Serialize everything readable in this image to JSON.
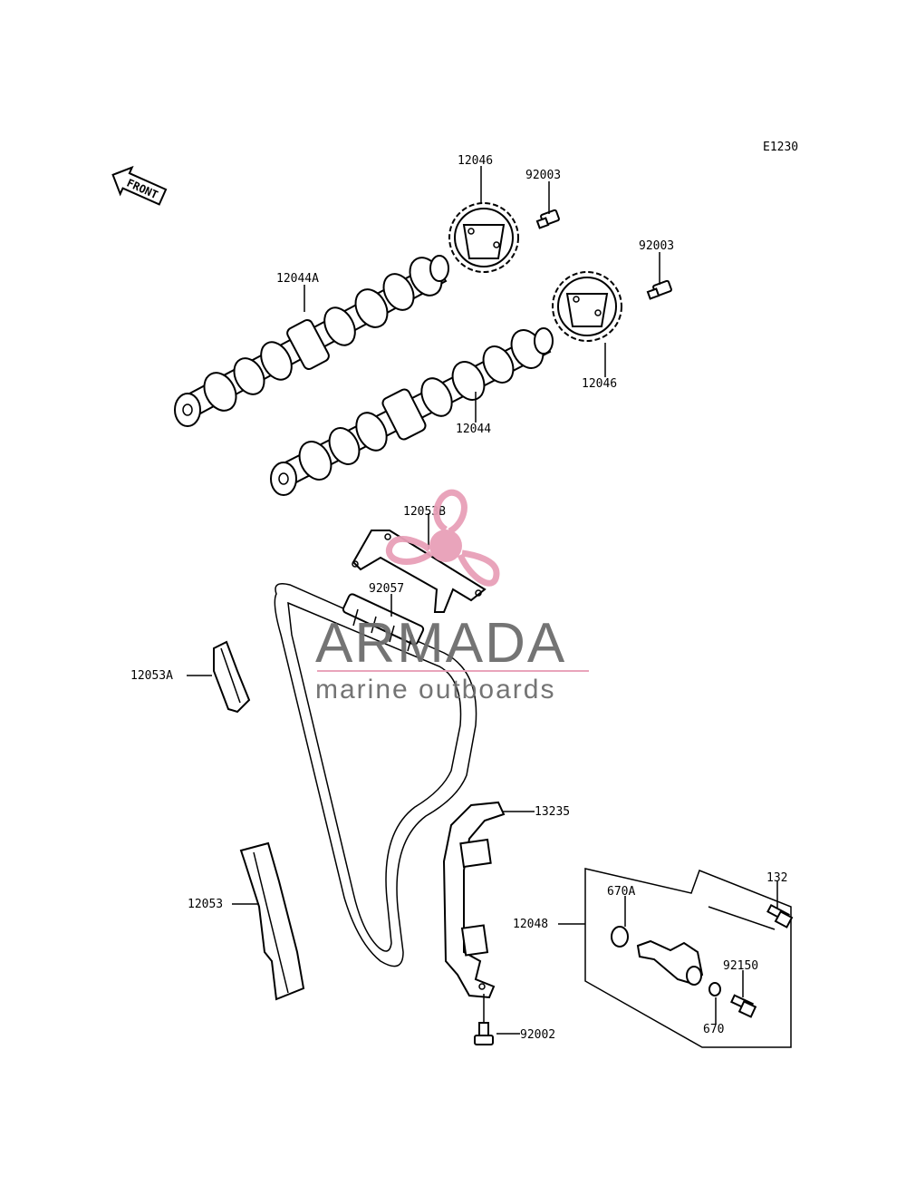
{
  "diagram": {
    "code": "E1230",
    "front_label": "FRONT",
    "labels": {
      "sprocket_top": "12046",
      "bolt_top": "92003",
      "bolt_right": "92003",
      "camshaft_a": "12044A",
      "sprocket_right": "12046",
      "camshaft": "12044",
      "guide_top": "12053B",
      "chain": "92057",
      "guide_a": "12053A",
      "tensioner_guide": "13235",
      "tensioner_assy": "12048",
      "oring_a": "670A",
      "bolt_132": "132",
      "bolt_92150": "92150",
      "oring": "670",
      "guide": "12053",
      "bolt_bottom": "92002"
    }
  },
  "watermark": {
    "brand": "ARMADA",
    "tagline": "marine outboards",
    "color": "#e8a0b8"
  }
}
